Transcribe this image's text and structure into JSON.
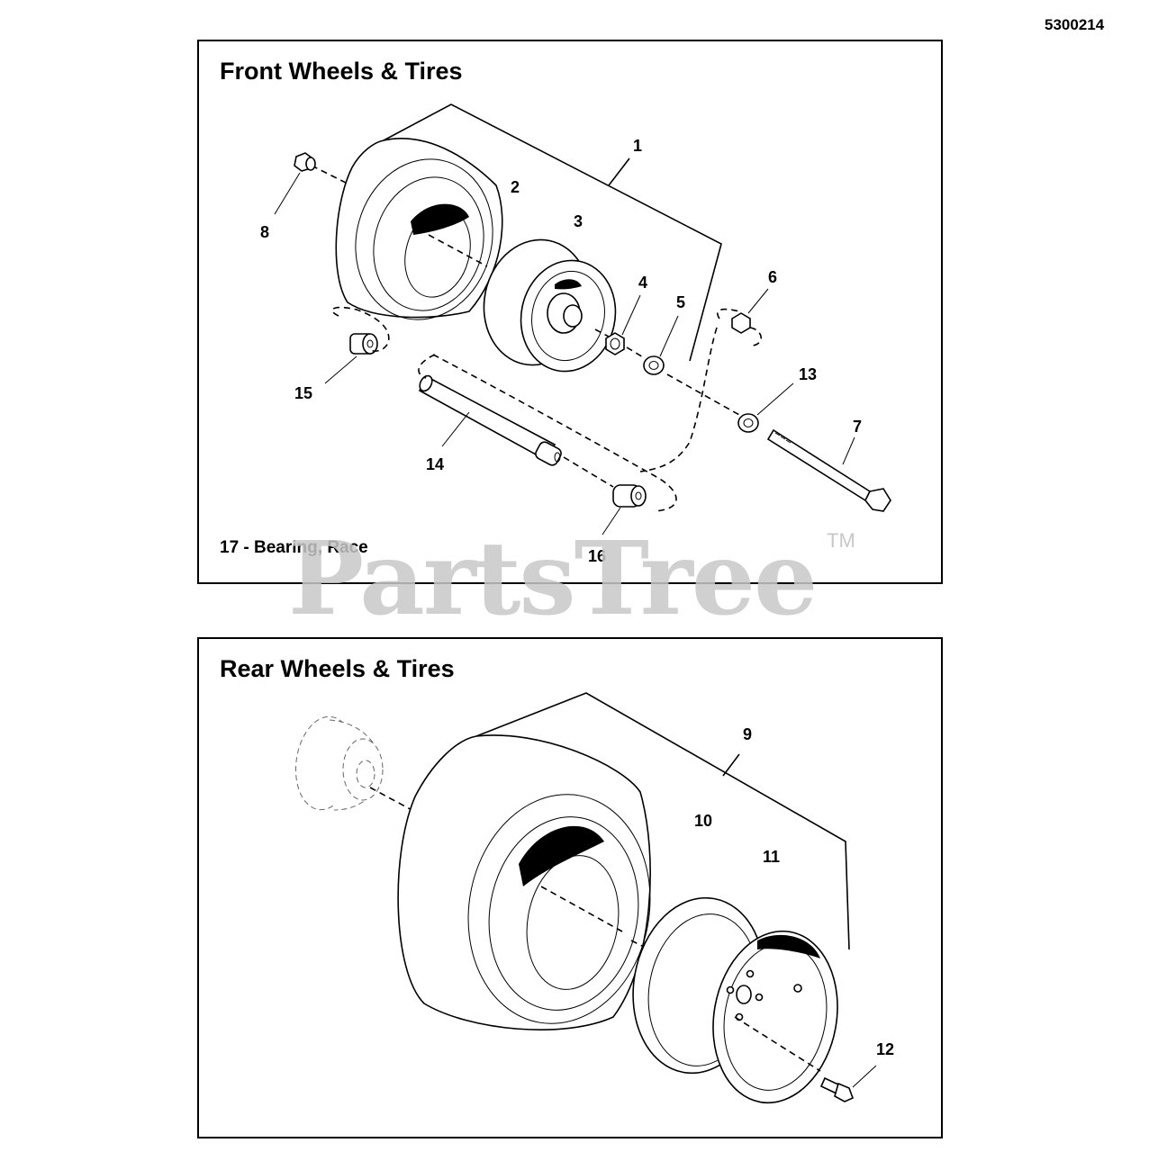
{
  "diagram_id": "5300214",
  "front": {
    "title": "Front Wheels & Tires",
    "note": "17 - Bearing, Race",
    "callouts": {
      "c1": "1",
      "c2": "2",
      "c3": "3",
      "c4": "4",
      "c5": "5",
      "c6": "6",
      "c7": "7",
      "c8": "8",
      "c13": "13",
      "c14": "14",
      "c15": "15",
      "c16": "16"
    }
  },
  "rear": {
    "title": "Rear Wheels & Tires",
    "callouts": {
      "c9": "9",
      "c10": "10",
      "c11": "11",
      "c12": "12"
    }
  },
  "watermark": {
    "text": "PartsTree",
    "tm": "TM"
  }
}
